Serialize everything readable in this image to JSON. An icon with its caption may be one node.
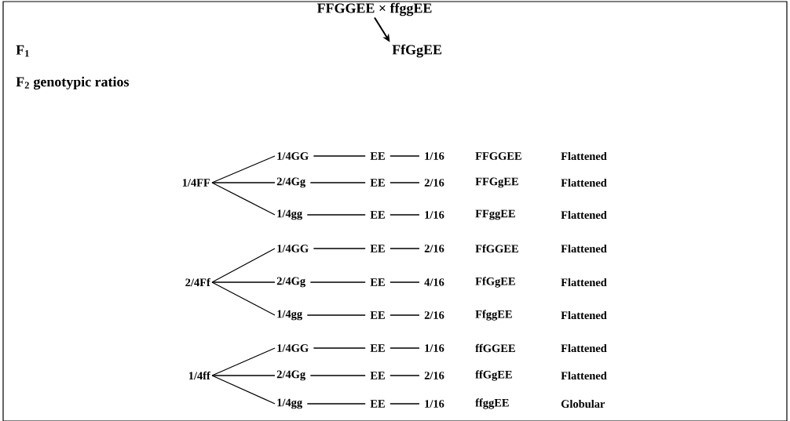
{
  "diagram": {
    "nodes": [
      {
        "text": [
          "FFGGEE × ffggEE"
        ]
      },
      {
        "text": [
          "FfGgEE"
        ]
      },
      {
        "text": [
          "1/4FF"
        ]
      },
      {
        "text": [
          "1/4GG"
        ]
      },
      {
        "text": [
          "EE"
        ]
      },
      {
        "text": [
          "1/16"
        ],
        "beside": [
          "FFGGEE"
        ]
      },
      {
        "text": [
          "2/4Gg"
        ]
      },
      {
        "text": [
          "EE"
        ]
      },
      {
        "text": [
          "2/16"
        ],
        "beside": [
          "FFGgEE"
        ]
      },
      {
        "text": [
          "1/4gg"
        ]
      },
      {
        "text": [
          "EE"
        ]
      },
      {
        "text": [
          "1/16"
        ],
        "beside": [
          "FFggEE"
        ]
      },
      {
        "text": [
          "2/4Ff"
        ]
      },
      {
        "text": [
          "1/4GG"
        ]
      },
      {
        "text": [
          "EE"
        ]
      },
      {
        "text": [
          "2/16"
        ],
        "beside": [
          "FfGGEE"
        ]
      },
      {
        "text": [
          "2/4Gg"
        ]
      },
      {
        "text": [
          "EE"
        ]
      },
      {
        "text": [
          "4/16"
        ],
        "beside": [
          "FfGgEE"
        ]
      },
      {
        "text": [
          "1/4gg"
        ]
      },
      {
        "text": [
          "EE"
        ]
      },
      {
        "text": [
          "2/16"
        ],
        "beside": [
          "FfggEE"
        ]
      },
      {
        "text": [
          "1/4ff"
        ]
      },
      {
        "text": [
          "1/4GG"
        ]
      },
      {
        "text": [
          "EE"
        ]
      },
      {
        "text": [
          "1/16"
        ],
        "beside": [
          "ffGGEE"
        ]
      },
      {
        "text": [
          "2/4Gg"
        ]
      },
      {
        "text": [
          "EE"
        ]
      },
      {
        "text": [
          "2/16"
        ],
        "beside": [
          "ffGgEE"
        ]
      },
      {
        "text": [
          "1/4gg"
        ]
      },
      {
        "text": [
          "EE"
        ]
      },
      {
        "text": [
          "1/16"
        ],
        "beside": [
          "ffggEE"
        ]
      }
    ],
    "edges": [
      {
        "from": 0,
        "to": 1,
        "arrow": "to"
      },
      {
        "from": 2,
        "to": 3,
        "arrow": "none"
      },
      {
        "from": 3,
        "to": 4,
        "arrow": "none"
      },
      {
        "from": 4,
        "to": 5,
        "arrow": "none"
      },
      {
        "from": 2,
        "to": 6,
        "arrow": "none"
      },
      {
        "from": 6,
        "to": 7,
        "arrow": "none"
      },
      {
        "from": 7,
        "to": 8,
        "arrow": "none"
      },
      {
        "from": 2,
        "to": 9,
        "arrow": "none"
      },
      {
        "from": 9,
        "to": 10,
        "arrow": "none"
      },
      {
        "from": 10,
        "to": 11,
        "arrow": "none"
      },
      {
        "from": 12,
        "to": 13,
        "arrow": "none"
      },
      {
        "from": 13,
        "to": 14,
        "arrow": "none"
      },
      {
        "from": 14,
        "to": 15,
        "arrow": "none"
      },
      {
        "from": 12,
        "to": 16,
        "arrow": "none"
      },
      {
        "from": 16,
        "to": 17,
        "arrow": "none"
      },
      {
        "from": 17,
        "to": 18,
        "arrow": "none"
      },
      {
        "from": 12,
        "to": 19,
        "arrow": "none"
      },
      {
        "from": 19,
        "to": 20,
        "arrow": "none"
      },
      {
        "from": 20,
        "to": 21,
        "arrow": "none"
      },
      {
        "from": 22,
        "to": 23,
        "arrow": "none"
      },
      {
        "from": 23,
        "to": 24,
        "arrow": "none"
      },
      {
        "from": 24,
        "to": 25,
        "arrow": "none"
      },
      {
        "from": 22,
        "to": 26,
        "arrow": "none"
      },
      {
        "from": 26,
        "to": 27,
        "arrow": "none"
      },
      {
        "from": 27,
        "to": 28,
        "arrow": "none"
      },
      {
        "from": 22,
        "to": 29,
        "arrow": "none"
      },
      {
        "from": 29,
        "to": 30,
        "arrow": "none"
      },
      {
        "from": 30,
        "to": 31,
        "arrow": "none"
      }
    ],
    "labels": [
      "F$_{1}$",
      "F$_{2}$ genotypic ratios",
      "Flattened",
      "Flattened",
      "Flattened",
      "Flattened",
      "Flattened",
      "Flattened",
      "Flattened",
      "Flattened",
      "Globular"
    ]
  }
}
